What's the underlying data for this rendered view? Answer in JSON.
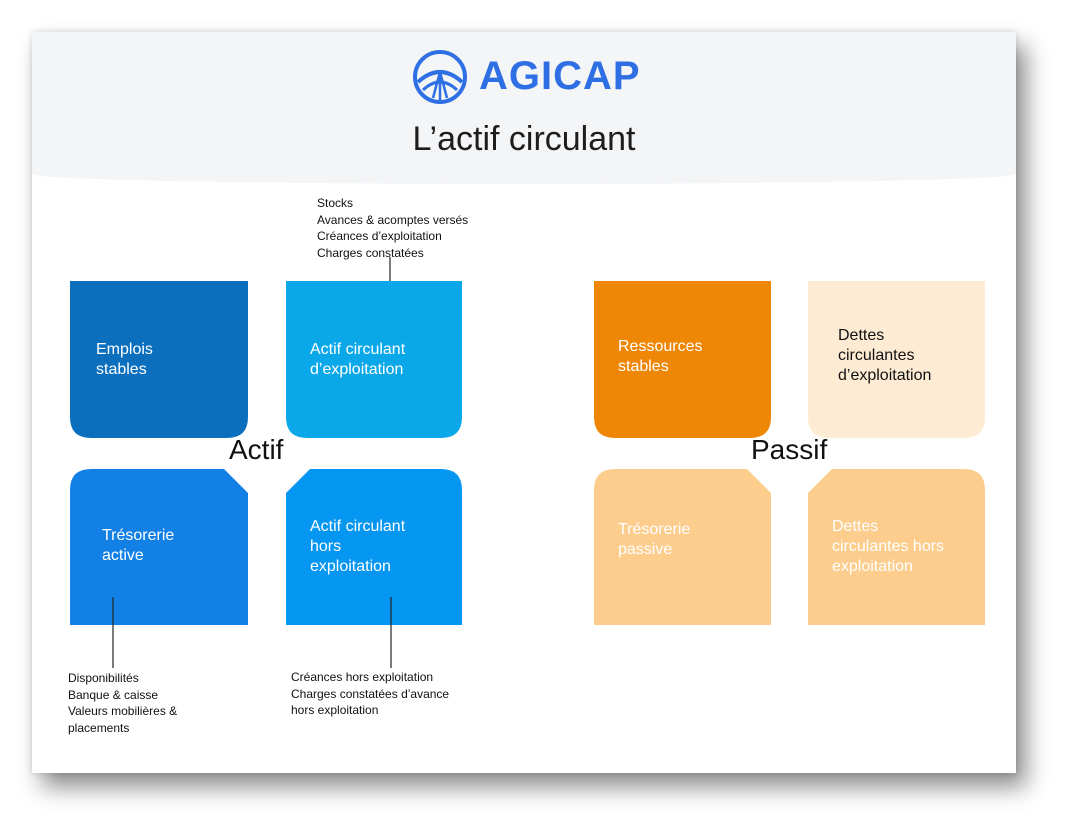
{
  "brand": {
    "name": "AGICAP",
    "color": "#2f6fe4",
    "icon": "agicap-logo-icon"
  },
  "title": "L’actif circulant",
  "actif": {
    "label": "Actif",
    "emplois": "Emplois\nstables",
    "acte": "Actif circulant\nd’exploitation",
    "tresorerie": "Trésorerie\nactive",
    "achx": "Actif circulant\nhors\nexploitation"
  },
  "passif": {
    "label": "Passif",
    "ressources": "Ressources\nstables",
    "dce": "Dettes\ncirculantes\nd’exploitation",
    "tresorerie": "Trésorerie\npassive",
    "dchx": "Dettes\ncirculantes hors\nexploitation"
  },
  "notes": {
    "top": [
      "Stocks",
      "Avances & acomptes versés",
      "Créances d’exploitation",
      "Charges constatées"
    ],
    "bottom_left": [
      "Disponibilités",
      "Banque & caisse",
      "Valeurs mobilières &",
      "placements"
    ],
    "bottom_right": [
      "Créances hors exploitation",
      "Charges constatées d’avance",
      "hors exploitation"
    ]
  },
  "colors": {
    "emplois": "#0b6fbd",
    "acte": "#0aa8e8",
    "tresorerie_active": "#1380e6",
    "achx": "#0596f2",
    "ressources": "#ed8705",
    "dce": "#fdebd3",
    "tresorerie_passive": "#fdcd8e",
    "dchx": "#fdcd8e"
  }
}
